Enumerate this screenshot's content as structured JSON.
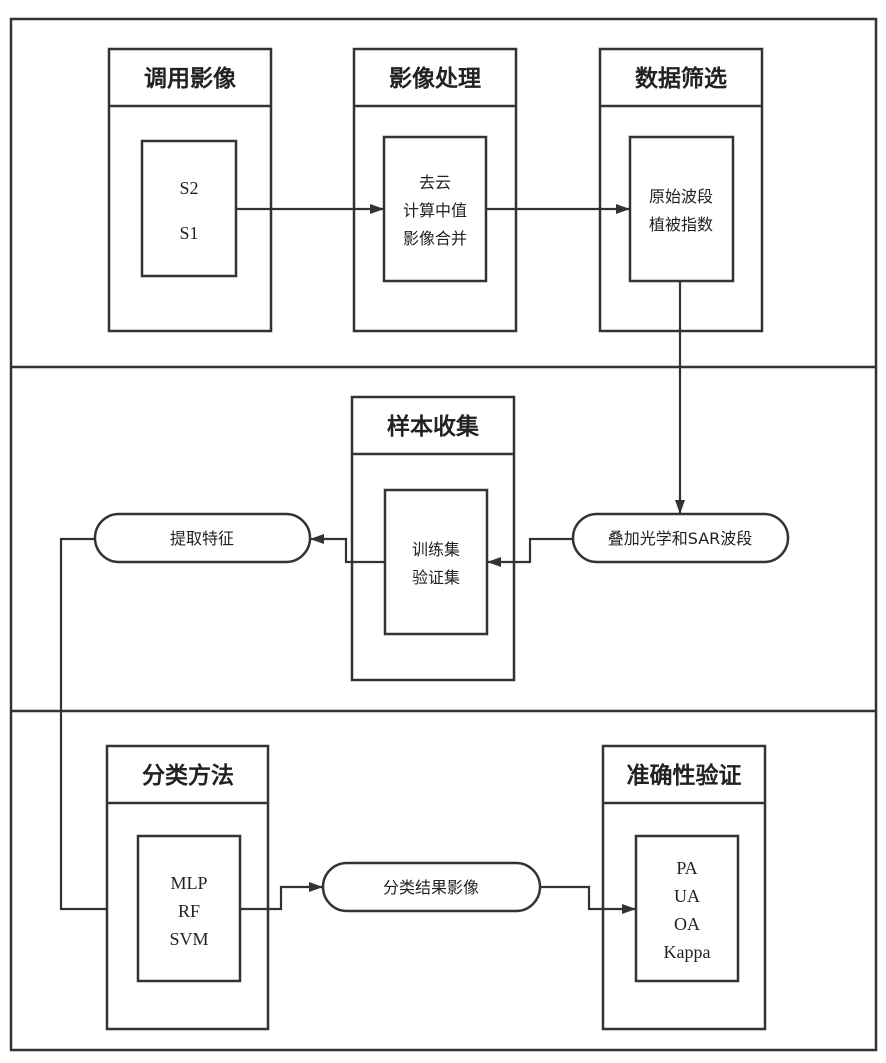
{
  "diagram": {
    "rows": [
      {
        "name": "data-acquisition-and-preprocessing",
        "stages": [
          {
            "id": "load-imagery",
            "title": "调用影像",
            "lines": [
              "S2",
              "S1"
            ]
          },
          {
            "id": "image-processing",
            "title": "影像处理",
            "lines": [
              "去云",
              "计算中值",
              "影像合并"
            ]
          },
          {
            "id": "data-filtering",
            "title": "数据筛选",
            "lines": [
              "原始波段",
              "植被指数"
            ]
          }
        ]
      },
      {
        "name": "samples-and-features",
        "stages": [
          {
            "id": "sample-collection",
            "title": "样本收集",
            "lines": [
              "训练集",
              "验证集"
            ]
          }
        ],
        "terminals": [
          {
            "id": "stack-bands",
            "label": "叠加光学和SAR波段"
          },
          {
            "id": "extract-features",
            "label": "提取特征"
          }
        ]
      },
      {
        "name": "classification-and-validation",
        "stages": [
          {
            "id": "classification-methods",
            "title": "分类方法",
            "lines": [
              "MLP",
              "RF",
              "SVM"
            ]
          },
          {
            "id": "accuracy-validation",
            "title": "准确性验证",
            "lines": [
              "PA",
              "UA",
              "OA",
              "Kappa"
            ]
          }
        ],
        "terminals": [
          {
            "id": "classification-result",
            "label": "分类结果影像"
          }
        ]
      }
    ],
    "flow": [
      [
        "load-imagery",
        "image-processing"
      ],
      [
        "image-processing",
        "data-filtering"
      ],
      [
        "data-filtering",
        "stack-bands"
      ],
      [
        "stack-bands",
        "sample-collection"
      ],
      [
        "sample-collection",
        "extract-features"
      ],
      [
        "extract-features",
        "classification-methods"
      ],
      [
        "classification-methods",
        "classification-result"
      ],
      [
        "classification-result",
        "accuracy-validation"
      ]
    ],
    "colors": {
      "stroke": "#333333",
      "text": "#222222",
      "background": "#ffffff"
    }
  }
}
